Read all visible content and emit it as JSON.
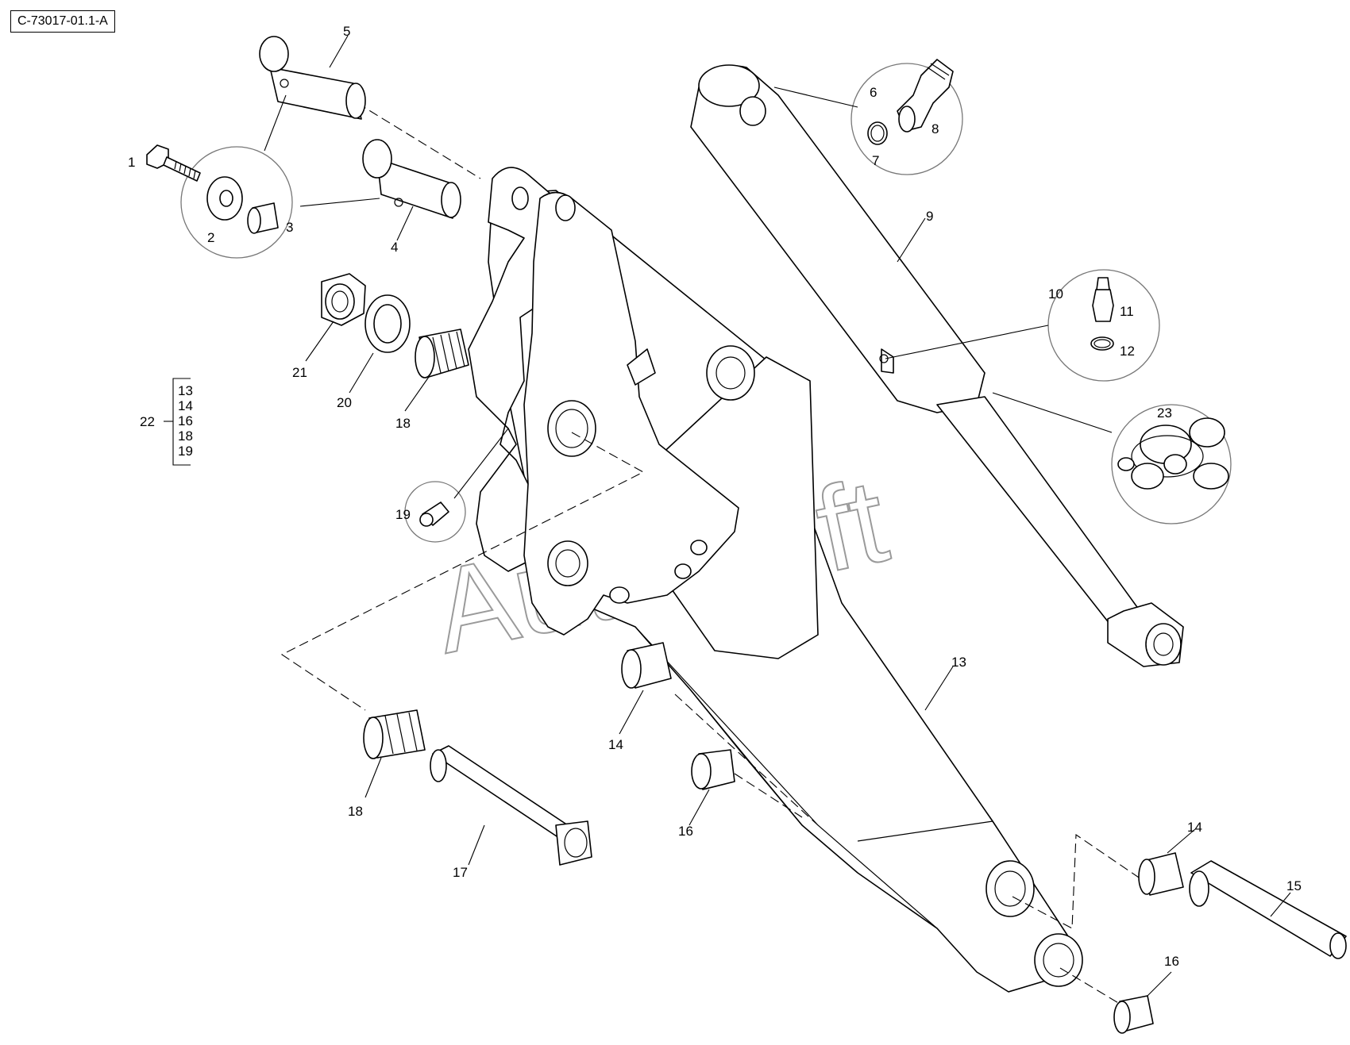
{
  "diagram_id": "C-73017-01.1-A",
  "watermark": "AutoSoft",
  "callouts": {
    "c1": "1",
    "c2": "2",
    "c3": "3",
    "c4": "4",
    "c5": "5",
    "c6": "6",
    "c7": "7",
    "c8": "8",
    "c9": "9",
    "c10": "10",
    "c11": "11",
    "c12": "12",
    "c13": "13",
    "c14a": "14",
    "c14b": "14",
    "c15": "15",
    "c16a": "16",
    "c16b": "16",
    "c17": "17",
    "c18a": "18",
    "c18b": "18",
    "c19": "19",
    "c20": "20",
    "c21": "21",
    "c22": "22",
    "c23": "23"
  },
  "kit_22": {
    "label": "22",
    "items": [
      "13",
      "14",
      "16",
      "18",
      "19"
    ]
  }
}
